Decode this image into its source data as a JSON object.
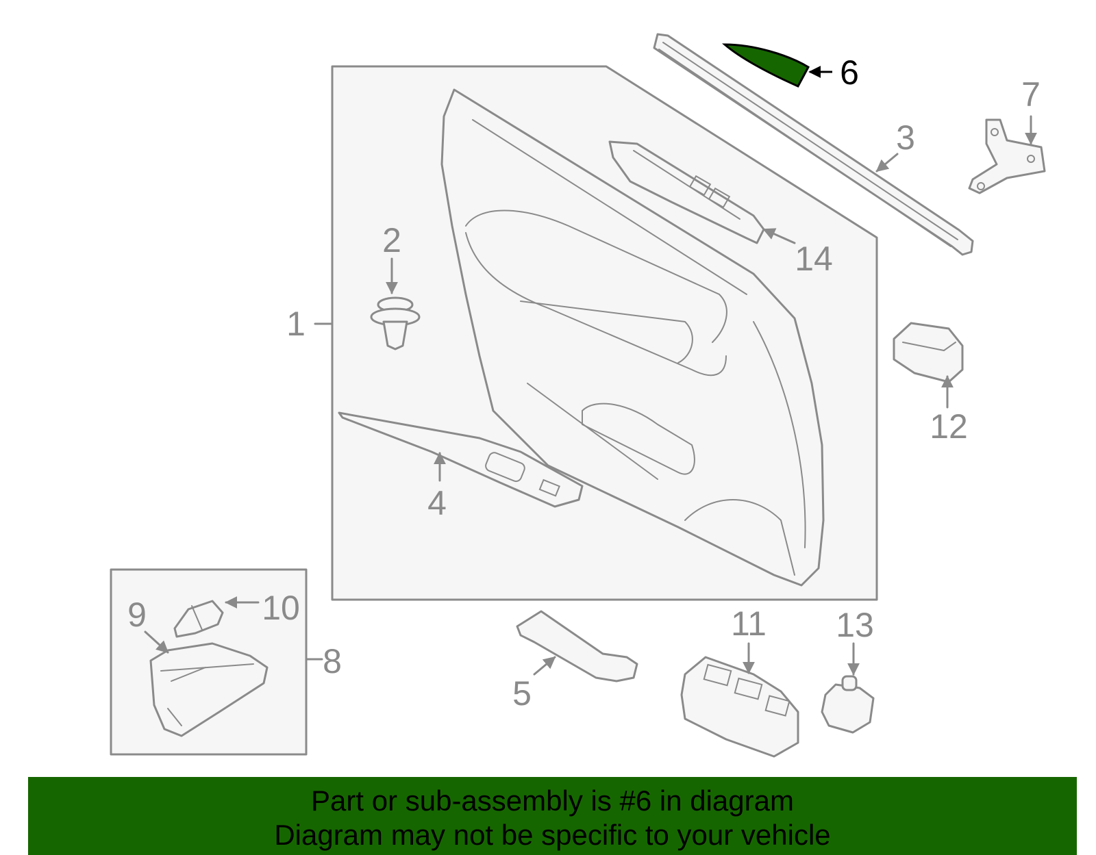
{
  "colors": {
    "highlight": "#166600",
    "part_outline": "#8a8a8a",
    "panel_fill": "#f6f6f6"
  },
  "highlighted_part": "6",
  "callouts": [
    "1",
    "2",
    "3",
    "4",
    "5",
    "6",
    "7",
    "8",
    "9",
    "10",
    "11",
    "12",
    "13",
    "14"
  ],
  "banner": {
    "line1": "Part or sub-assembly is #6 in diagram",
    "line2": "Diagram may not be specific to your vehicle"
  }
}
